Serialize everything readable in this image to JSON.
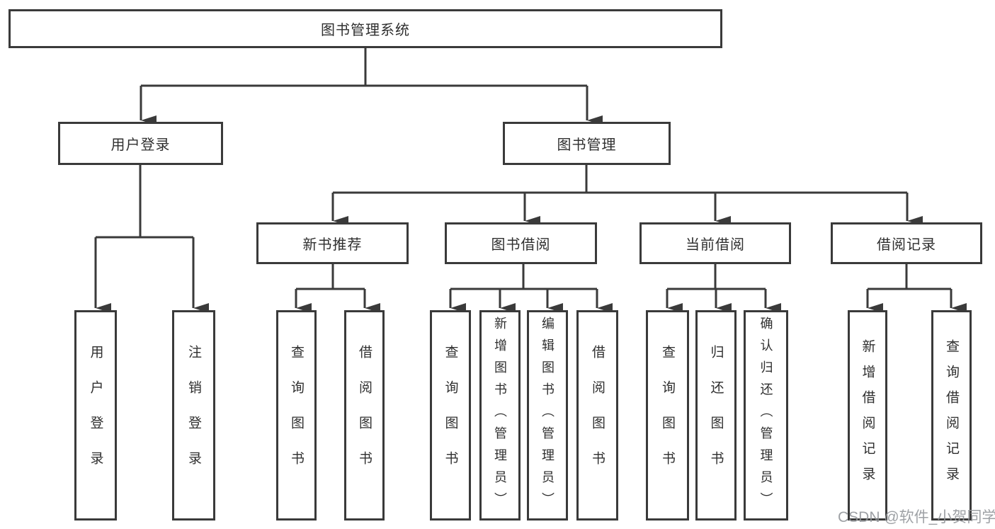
{
  "tree": {
    "label": "图书管理系统",
    "children": [
      {
        "label": "用户登录",
        "children": [
          {
            "label": "用户登录"
          },
          {
            "label": "注销登录"
          }
        ]
      },
      {
        "label": "图书管理",
        "children": [
          {
            "label": "新书推荐",
            "children": [
              {
                "label": "查询图书"
              },
              {
                "label": "借阅图书"
              }
            ]
          },
          {
            "label": "图书借阅",
            "children": [
              {
                "label": "查询图书"
              },
              {
                "label": "新增图书（管理员）"
              },
              {
                "label": "编辑图书（管理员）"
              },
              {
                "label": "借阅图书"
              }
            ]
          },
          {
            "label": "当前借阅",
            "children": [
              {
                "label": "查询图书"
              },
              {
                "label": "归还图书"
              },
              {
                "label": "确认归还（管理员）"
              }
            ]
          },
          {
            "label": "借阅记录",
            "children": [
              {
                "label": "新增借阅记录"
              },
              {
                "label": "查询借阅记录"
              }
            ]
          }
        ]
      }
    ]
  },
  "watermark": "CSDN @软件_小贺同学",
  "colors": {
    "line": "#3a3a3a",
    "text": "#2f2f2f",
    "watermark": "#94979b"
  }
}
